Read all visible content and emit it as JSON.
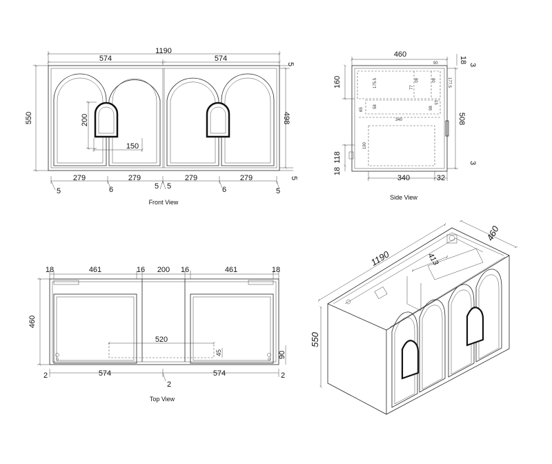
{
  "front_view": {
    "caption": "Front View",
    "dims": {
      "overall_width": "1190",
      "left_half": "574",
      "right_half": "574",
      "height": "550",
      "inner_height": "498",
      "top_gap": "5",
      "bottom_gap": "5",
      "handle_height": "200",
      "handle_width": "150",
      "door_1": "279",
      "door_2": "279",
      "door_3": "279",
      "door_4": "279",
      "gap_left": "5",
      "gap_6a": "6",
      "gap_mid": "5",
      "gap_mid2": "5",
      "gap_6b": "6",
      "gap_right": "5"
    }
  },
  "side_view": {
    "caption": "Side View",
    "dims": {
      "depth": "460",
      "top_rail": "160",
      "top_18": "18",
      "top_3": "3",
      "height": "508",
      "bottom_118": "118",
      "bottom_18": "18",
      "bottom_3": "3",
      "bottom_width": "340",
      "bottom_32": "32",
      "small_90": "90",
      "small_80a": "80",
      "small_80b": "80",
      "small_77": "77",
      "small_175": "175.5",
      "small_177": "177.5",
      "small_58": "58",
      "small_65": "65",
      "small_15": "15",
      "small_98": "98",
      "small_340": "340",
      "small_190": "190"
    }
  },
  "top_view": {
    "caption": "Top View",
    "dims": {
      "d18a": "18",
      "d461a": "461",
      "d16a": "16",
      "d200": "200",
      "d16b": "16",
      "d461b": "461",
      "d18b": "18",
      "depth": "460",
      "inner": "520",
      "d45": "45",
      "d90": "90",
      "b2a": "2",
      "b574a": "574",
      "b2mid": "2",
      "b574b": "574",
      "b2b": "2"
    }
  },
  "iso_view": {
    "width": "1190",
    "depth": "460",
    "height": "550",
    "inner": "413"
  }
}
